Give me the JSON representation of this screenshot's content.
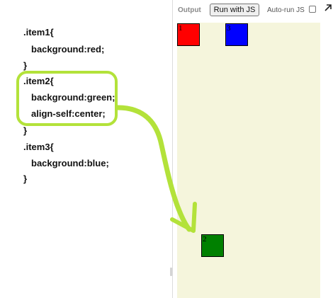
{
  "code": {
    "lines": [
      ".item1{",
      "background:red;",
      "}",
      ".item2{",
      "background:green;",
      "align-self:center;",
      "}",
      ".item3{",
      "background:blue;",
      "}"
    ]
  },
  "toolbar": {
    "output_label": "Output",
    "run_button_label": "Run with JS",
    "autorun_label": "Auto-run JS",
    "autorun_checked": false
  },
  "preview": {
    "items": [
      {
        "label": "1",
        "color": "#ff0000"
      },
      {
        "label": "2",
        "color": "#008000"
      },
      {
        "label": "3",
        "color": "#0000ff"
      }
    ],
    "background": "#f5f5dc"
  },
  "annotation": {
    "highlight_color": "#b3e23a"
  }
}
